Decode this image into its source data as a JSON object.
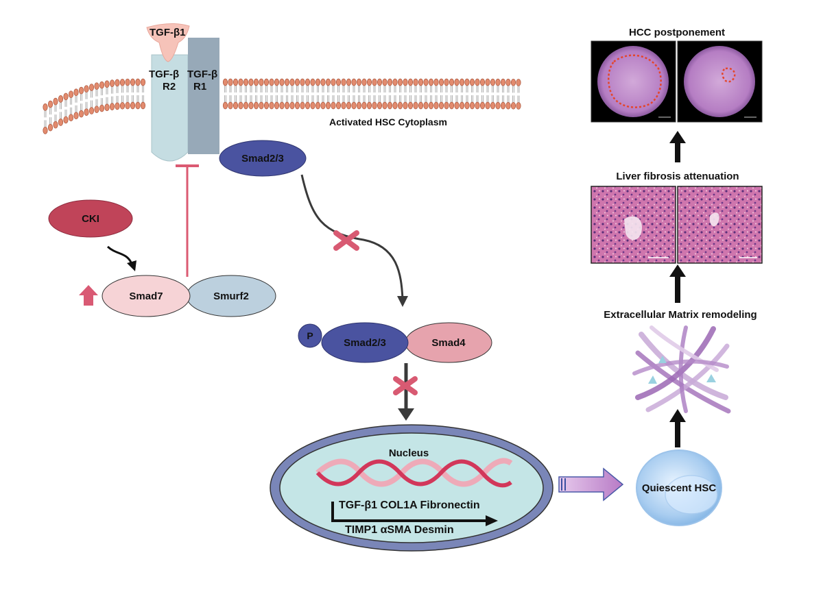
{
  "ligand": {
    "label": "TGF-β1"
  },
  "receptors": [
    {
      "line1": "TGF-β",
      "line2": "R2"
    },
    {
      "line1": "TGF-β",
      "line2": "R1"
    }
  ],
  "membrane": {
    "label": "Activated HSC Cytoplasm"
  },
  "cytoplasm": {
    "smad23_top": "Smad2/3",
    "cki": "CKI",
    "smad7": "Smad7",
    "smurf2": "Smurf2",
    "phospho": "P",
    "smad23_complex": "Smad2/3",
    "smad4": "Smad4"
  },
  "nucleus": {
    "label": "Nucleus",
    "genes_row1": "TGF-β1 COL1A  Fibronectin",
    "genes_row2": "TIMP1   αSMA   Desmin"
  },
  "quiescent": {
    "label": "Quiescent HSC"
  },
  "outcomes": {
    "ecm": "Extracellular Matrix remodeling",
    "fibrosis": "Liver fibrosis attenuation",
    "hcc": "HCC postponement"
  },
  "colors": {
    "smad_blue": "#4a53a0",
    "cki_red": "#c04459",
    "smad7_pink": "#f6d3d6",
    "smurf2_blue": "#bcd0de",
    "smad4_pink": "#e6a3ad",
    "inhibit_red": "#db5a72",
    "nucleus_fill": "#c4e5e6",
    "nucleus_border": "#7a86b8",
    "dna": "#d2375a",
    "he_stain": "#c76ba6",
    "hcc_stain": "#b582c4"
  }
}
